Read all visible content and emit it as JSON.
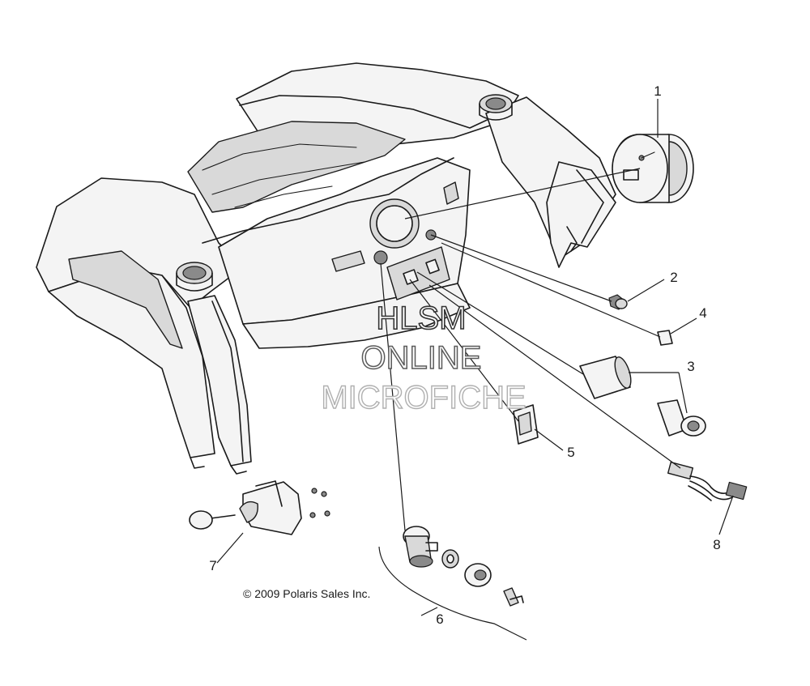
{
  "diagram": {
    "callouts": {
      "c1": "1",
      "c2": "2",
      "c3": "3",
      "c4": "4",
      "c5": "5",
      "c6": "6",
      "c7": "7",
      "c8": "8"
    },
    "copyright": "© 2009 Polaris Sales Inc.",
    "watermark": {
      "line1": "HLSM",
      "line2": "ONLINE",
      "line3": "MICROFICHE"
    }
  }
}
